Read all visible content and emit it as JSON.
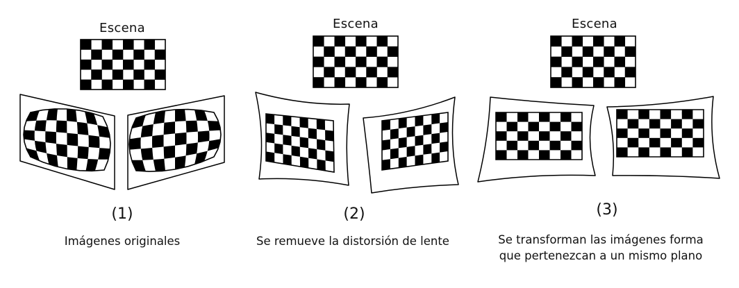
{
  "colors": {
    "ink": "#000000",
    "paper": "#ffffff"
  },
  "panels": [
    {
      "scene_label": "Escena",
      "number": "(1)",
      "caption": "Imágenes originales"
    },
    {
      "scene_label": "Escena",
      "number": "(2)",
      "caption": "Se remueve la distorsión de lente"
    },
    {
      "scene_label": "Escena",
      "number": "(3)",
      "caption": "Se transforman las imágenes forma que pertenezcan a un mismo plano"
    }
  ]
}
